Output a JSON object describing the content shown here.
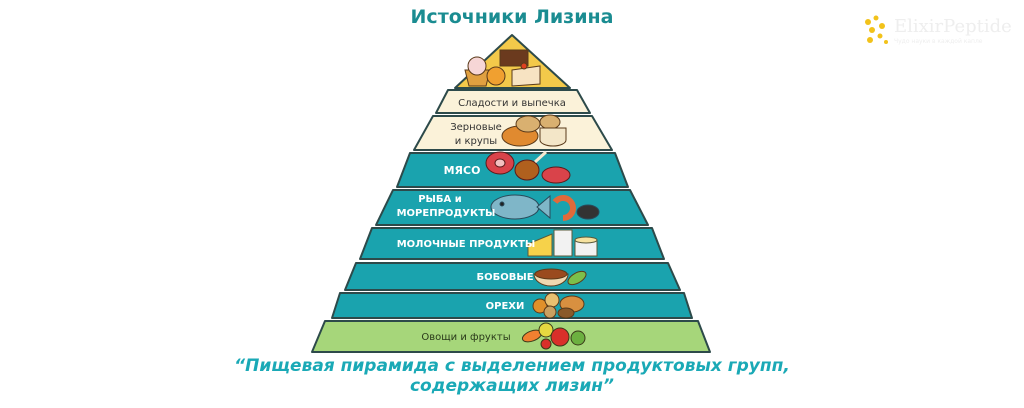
{
  "title": "Источники Лизина",
  "logo": {
    "name": "ElixirPeptide",
    "tagline": "Чудо науки в каждой капле"
  },
  "tiers": [
    {
      "label": "Сладости и выпечка",
      "color": "#fbf2d9"
    },
    {
      "label_line1": "Зерновые",
      "label_line2": "и крупы",
      "color": "#fbf2d9"
    },
    {
      "label": "МЯСО",
      "color": "#1aa3ae"
    },
    {
      "label_line1": "РЫБА и",
      "label_line2": "МОРЕПРОДУКТЫ",
      "color": "#1aa3ae"
    },
    {
      "label": "МОЛОЧНЫЕ ПРОДУКТЫ",
      "color": "#1aa3ae"
    },
    {
      "label": "БОБОВЫЕ",
      "color": "#1aa3ae"
    },
    {
      "label": "ОРЕХИ",
      "color": "#1aa3ae"
    },
    {
      "label": "Овощи и фрукты",
      "color": "#a6d67a"
    }
  ],
  "apex_color": "#f3c94a",
  "caption": {
    "line1": "“Пищевая пирамида с выделением продуктовых групп,",
    "line2": "содержащих лизин”"
  }
}
